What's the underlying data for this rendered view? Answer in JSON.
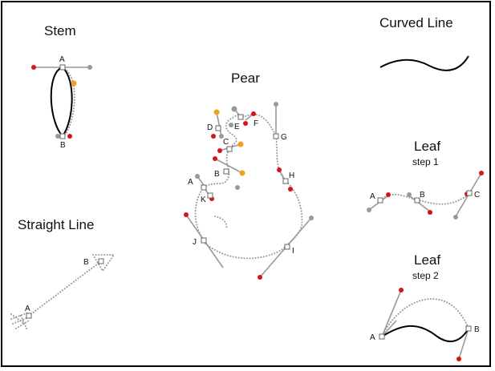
{
  "titles": {
    "stem": "Stem",
    "curved_line": "Curved Line",
    "pear": "Pear",
    "straight_line": "Straight Line",
    "leaf1": "Leaf",
    "leaf1_step": "step 1",
    "leaf2": "Leaf",
    "leaf2_step": "step 2"
  },
  "labels": {
    "stem_a": "A",
    "stem_b": "B",
    "straight_a": "A",
    "straight_b": "B",
    "pear_a": "A",
    "pear_b": "B",
    "pear_c": "C",
    "pear_d": "D",
    "pear_e": "E",
    "pear_f": "F",
    "pear_g": "G",
    "pear_h": "H",
    "pear_i": "I",
    "pear_j": "J",
    "pear_k": "K",
    "leaf1_a": "A",
    "leaf1_b": "B",
    "leaf1_c": "C",
    "leaf2_a": "A",
    "leaf2_b": "B"
  },
  "colors": {
    "border": "#000000",
    "curve": "#000000",
    "handle_line": "#999999",
    "dotted_path": "#9a9a9a",
    "handle_end_red": "#dd1111",
    "handle_end_gray": "#999999",
    "handle_end_orange": "#f0a020"
  }
}
